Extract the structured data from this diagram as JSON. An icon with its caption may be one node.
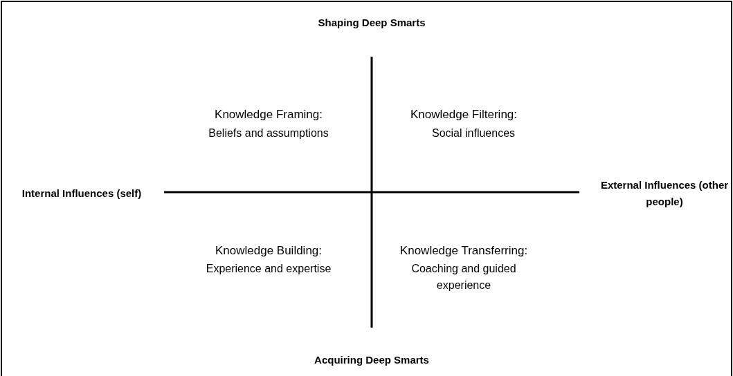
{
  "diagram": {
    "labels": [
      "Shaping Deep Smarts",
      "Knowledge Framing:",
      "Beliefs and assumptions",
      "Knowledge Filtering:",
      "Social influences",
      "Internal Influences (self)",
      "External Influences (other people)",
      "Knowledge Building:",
      "Experience and expertise",
      "Knowledge Transferring:",
      "Coaching and guided experience",
      "Acquiring Deep Smarts"
    ]
  }
}
